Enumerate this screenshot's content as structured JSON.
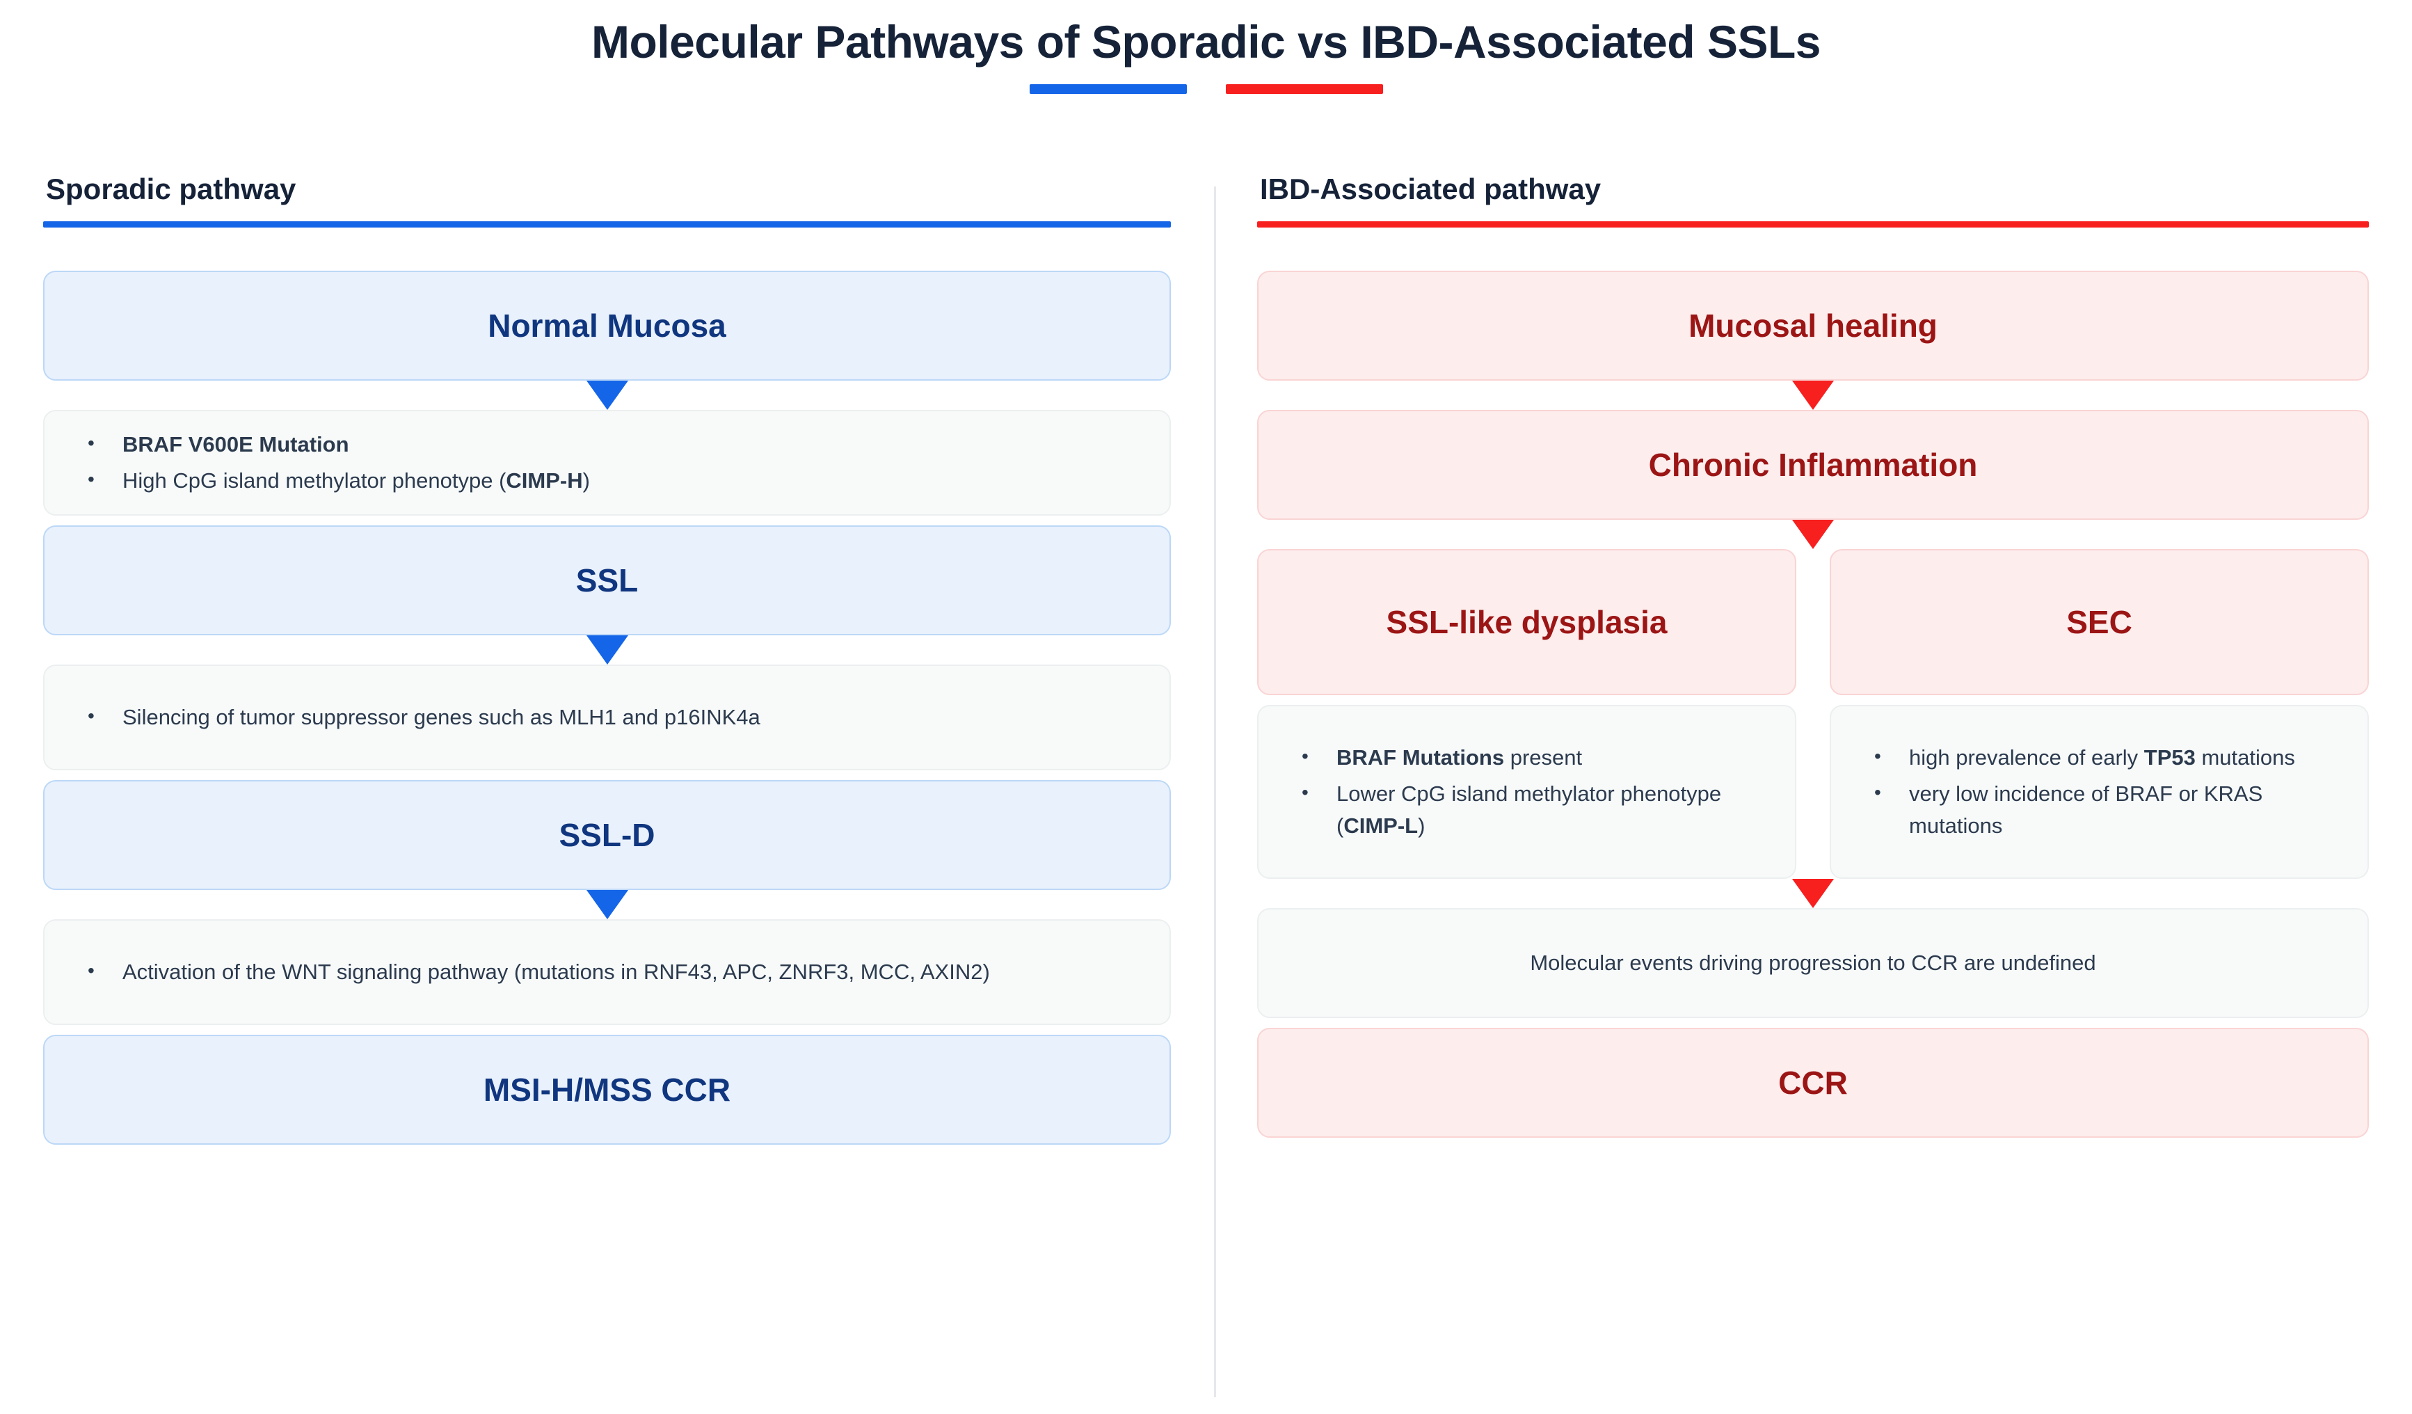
{
  "title": "Molecular Pathways of Sporadic vs IBD-Associated SSLs",
  "colors": {
    "blue_accent": "#1565e8",
    "red_accent": "#f81f1f",
    "blue_node_text": "#10367f",
    "red_node_text": "#9c1515",
    "blue_node_bg": "#e9f1fd",
    "red_node_bg": "#fdeded",
    "detail_bg": "#f7faf9",
    "title_text": "#152238"
  },
  "left": {
    "heading": "Sporadic pathway",
    "node_normal_mucosa": "Normal Mucosa",
    "detail_1": {
      "b1_bold": "BRAF V600E Mutation",
      "b2_pre": "High CpG island methylator phenotype (",
      "b2_bold": "CIMP-H",
      "b2_post": ")"
    },
    "node_ssl": "SSL",
    "detail_2": {
      "b1": "Silencing of tumor suppressor genes such as MLH1 and p16INK4a"
    },
    "node_ssl_d": "SSL-D",
    "detail_3": {
      "b1": "Activation of the WNT signaling pathway (mutations in RNF43, APC, ZNRF3, MCC, AXIN2)"
    },
    "node_ccr": "MSI-H/MSS CCR"
  },
  "right": {
    "heading": "IBD-Associated pathway",
    "node_mucosal_healing": "Mucosal healing",
    "node_chronic_inflammation": "Chronic Inflammation",
    "node_ssl_like_dysplasia": "SSL-like dysplasia",
    "node_sec": "SEC",
    "detail_left": {
      "b1_bold": "BRAF Mutations",
      "b1_post": " present",
      "b2_pre": "Lower CpG island methylator phenotype (",
      "b2_bold": "CIMP-L",
      "b2_post": ")"
    },
    "detail_right": {
      "b1_pre": "high prevalence of early ",
      "b1_bold": "TP53",
      "b1_post": " mutations",
      "b2": "very low incidence of BRAF or KRAS mutations"
    },
    "detail_undefined": "Molecular events driving progression to CCR are undefined",
    "node_ccr": "CCR"
  },
  "icons": {
    "arrow_down": "triangle-down-icon",
    "bullet": "bullet-dot"
  }
}
